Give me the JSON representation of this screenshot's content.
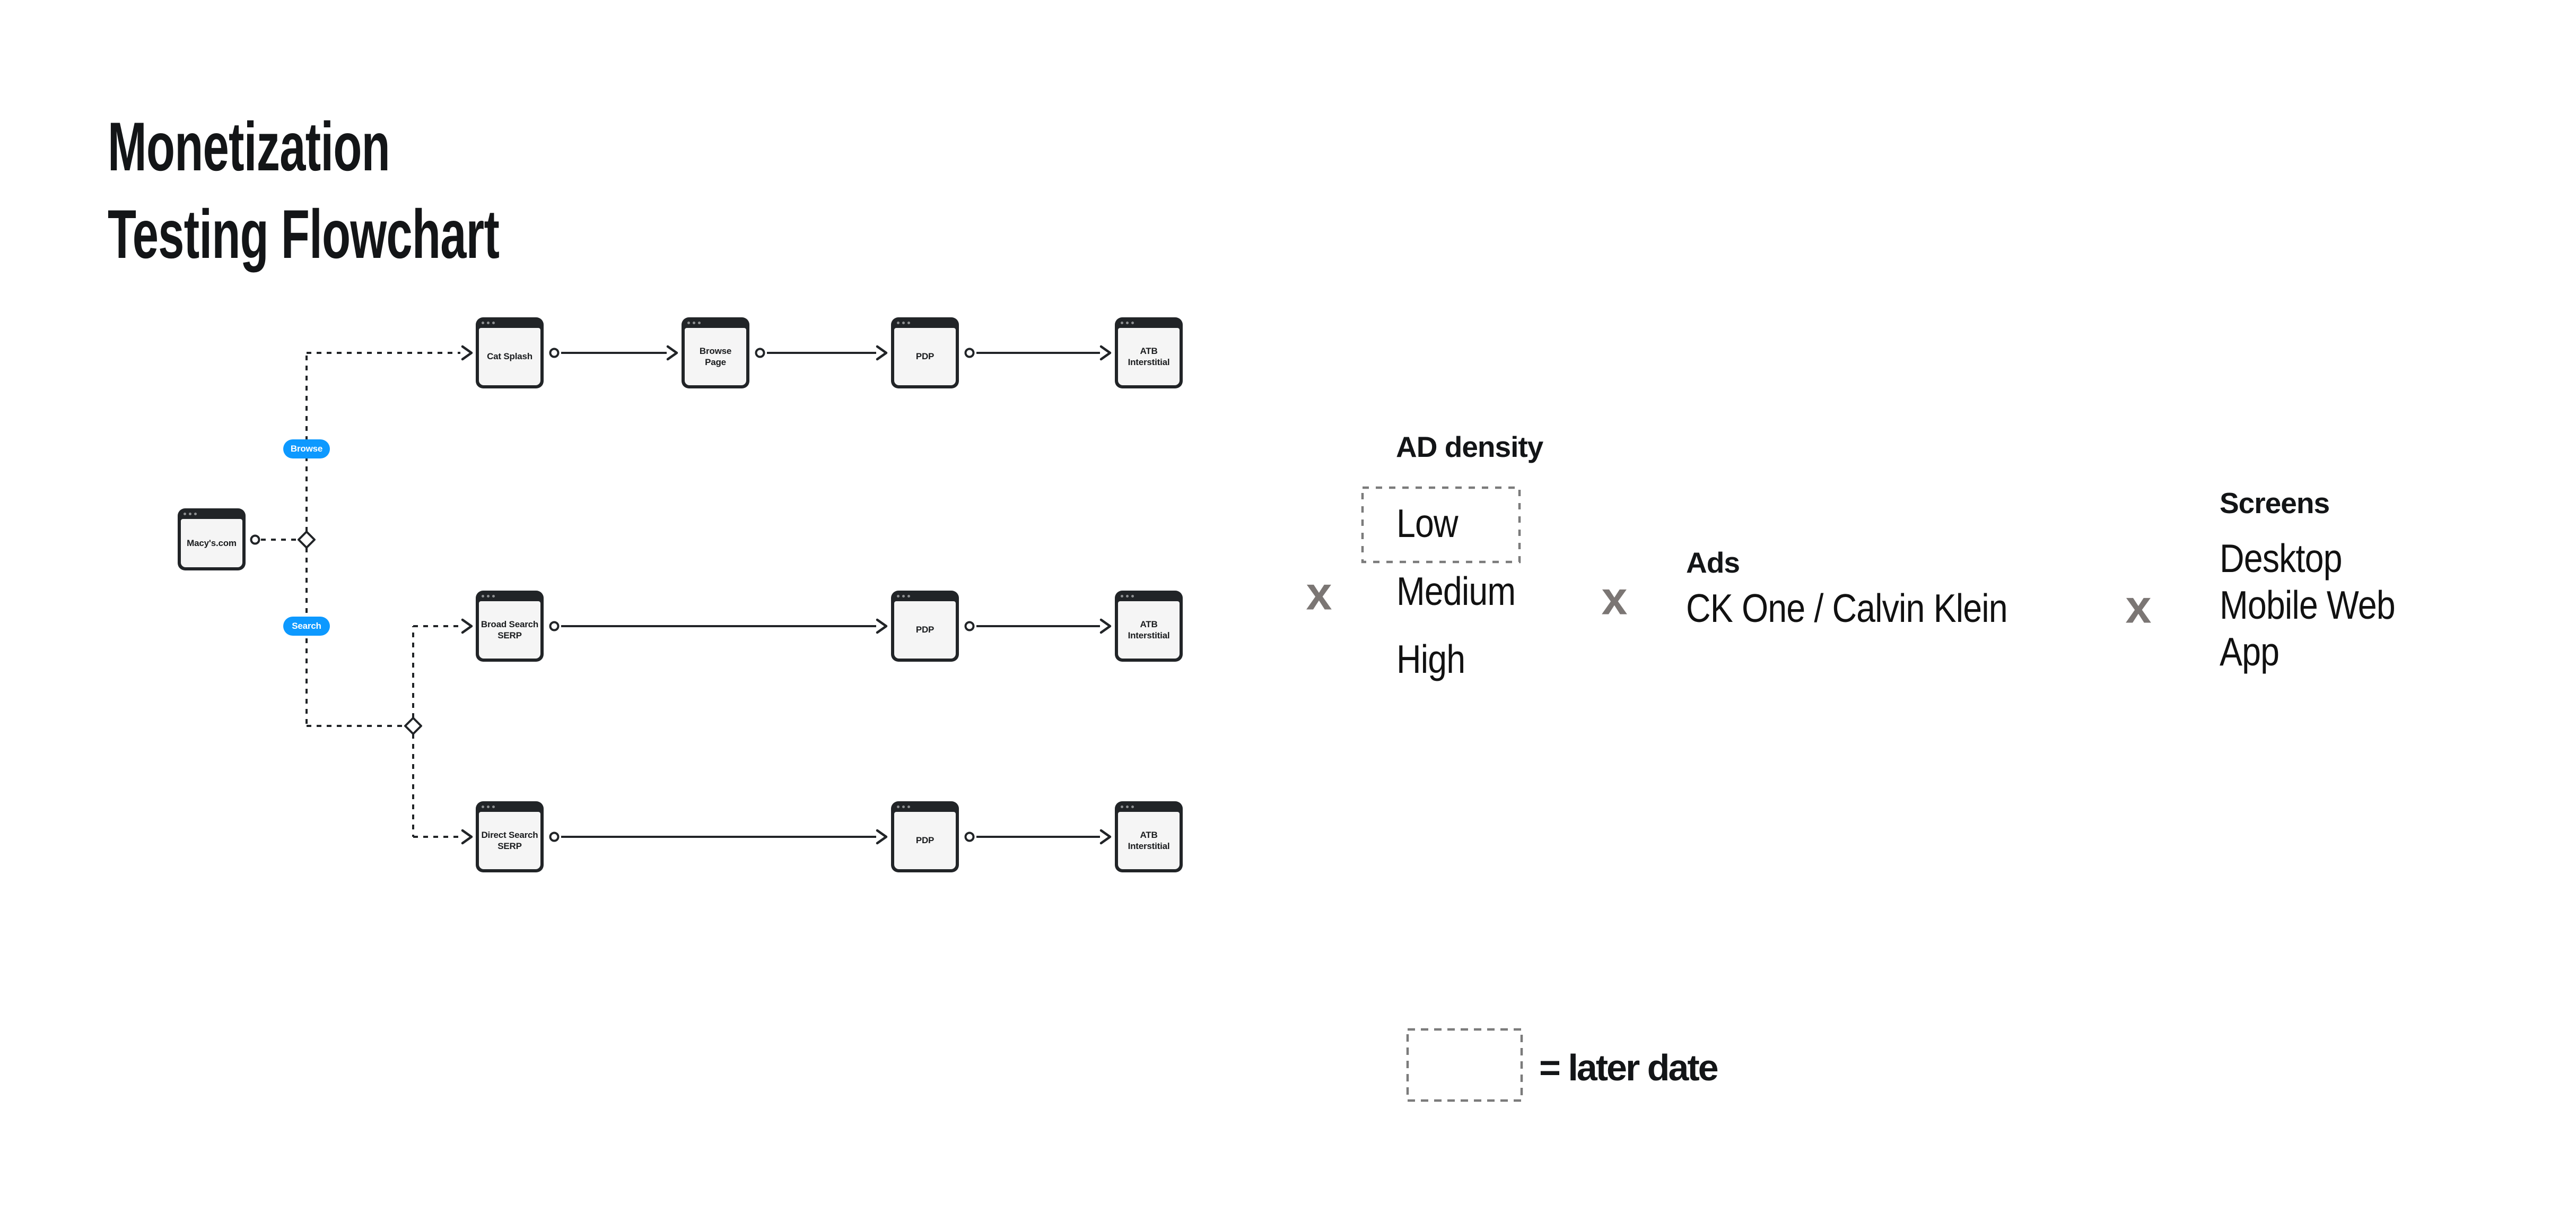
{
  "title": {
    "line1": "Monetization",
    "line2": "Testing Flowchart"
  },
  "flowchart": {
    "source_window": {
      "label": "Macy's.com"
    },
    "branch_labels": {
      "browse": "Browse",
      "search": "Search"
    },
    "windows": [
      {
        "id": "macys",
        "label": "Macy's.com"
      },
      {
        "id": "cat-splash",
        "label": "Cat Splash"
      },
      {
        "id": "browse-page",
        "label": "Browse\nPage"
      },
      {
        "id": "pdp-browse",
        "label": "PDP"
      },
      {
        "id": "atb-browse",
        "label": "ATB\nInterstitial"
      },
      {
        "id": "broad-search-serp",
        "label": "Broad Search\nSERP"
      },
      {
        "id": "pdp-broad",
        "label": "PDP"
      },
      {
        "id": "atb-broad",
        "label": "ATB\nInterstitial"
      },
      {
        "id": "direct-search-serp",
        "label": "Direct Search\nSERP"
      },
      {
        "id": "pdp-direct",
        "label": "PDP"
      },
      {
        "id": "atb-direct",
        "label": "ATB\nInterstitial"
      }
    ]
  },
  "legend": {
    "ad_density": {
      "heading": "AD density",
      "options": [
        "Low",
        "Medium",
        "High"
      ],
      "later_date_option": "Low"
    },
    "multiply": "x",
    "ads": {
      "heading": "Ads",
      "value": "CK One / Calvin Klein"
    },
    "screens": {
      "heading": "Screens",
      "options": [
        "Desktop",
        "Mobile Web",
        "App"
      ]
    },
    "key": {
      "label": "= later date"
    }
  },
  "colors": {
    "accent_blue": "#0D99FF",
    "ink": "#212427",
    "window_fill": "#F5F5F5",
    "multiply_gray": "#7B7674",
    "dash_gray": "#7B7B7B"
  }
}
